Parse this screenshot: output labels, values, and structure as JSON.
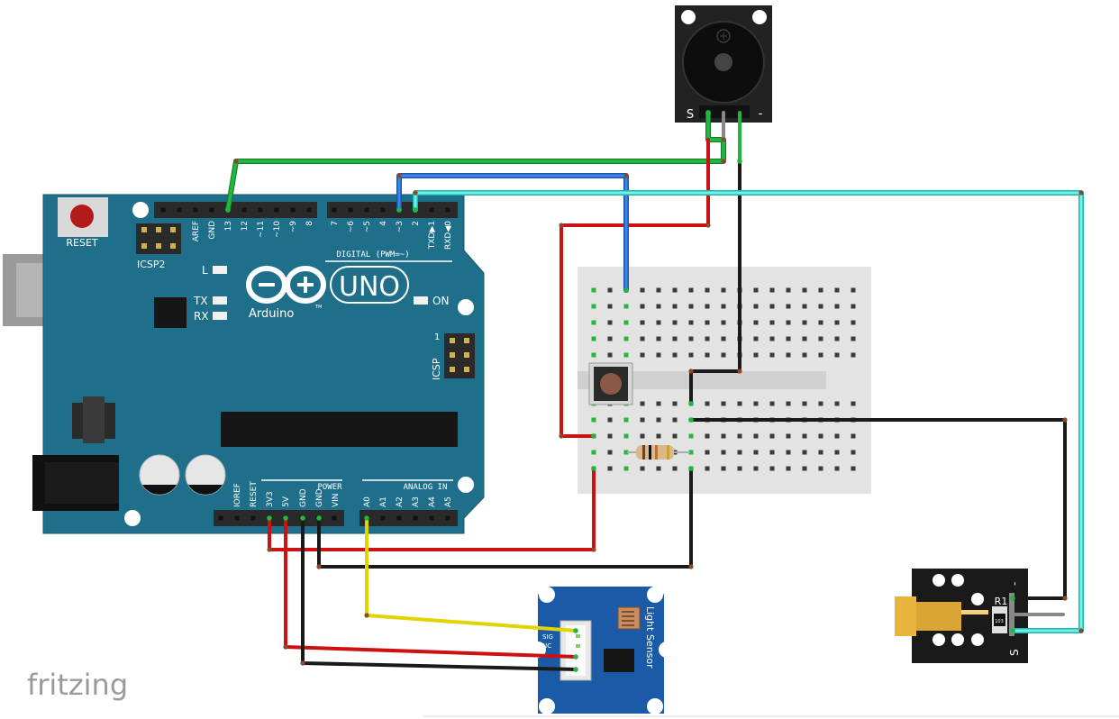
{
  "app": {
    "watermark": "fritzing"
  },
  "arduino": {
    "reset_label": "RESET",
    "icsp2_label": "ICSP2",
    "icsp_label": "ICSP",
    "led_l_label": "L",
    "led_tx_label": "TX",
    "led_rx_label": "RX",
    "led_on_label": "ON",
    "board_model": "UNO",
    "board_brand": "Arduino",
    "trademark": "TM",
    "digital_label": "DIGITAL (PWM=~)",
    "power_label": "POWER",
    "analog_label": "ANALOG IN",
    "icsp_pin1_label": "1",
    "digital_pins_left": [
      "AREF",
      "GND",
      "13",
      "12",
      "~11",
      "~10",
      "~9",
      "8"
    ],
    "digital_pins_right": [
      "7",
      "~6",
      "~5",
      "4",
      "~3",
      "2",
      "TXD▶1",
      "RXD◀0"
    ],
    "power_pins": [
      "IOREF",
      "RESET",
      "3V3",
      "5V",
      "GND",
      "GND",
      "VIN"
    ],
    "analog_pins": [
      "A0",
      "A1",
      "A2",
      "A3",
      "A4",
      "A5"
    ]
  },
  "buzzer": {
    "signal_label": "S",
    "ground_label": "-"
  },
  "light_sensor": {
    "title": "Light Sensor",
    "pin_labels": [
      "SIG",
      "NC"
    ]
  },
  "laser_module": {
    "resistor_label": "R1",
    "resistor_code": "103",
    "minus_label": "-",
    "signal_label": "S"
  },
  "colors": {
    "board_blue": "#1f6f8b",
    "wire_green": "#1aa035",
    "wire_blue": "#2a6fd1",
    "wire_cyan": "#4fe3d8",
    "wire_red": "#cc1111",
    "wire_black": "#1a1a1a",
    "wire_yellow": "#f2e600",
    "breadboard": "#e3e3e3",
    "grove_blue": "#1b5aa6"
  }
}
